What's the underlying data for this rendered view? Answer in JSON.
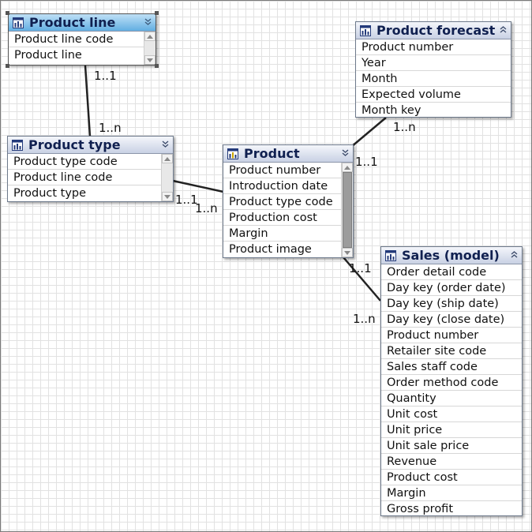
{
  "entities": {
    "product_line": {
      "title": "Product line",
      "attributes": [
        "Product line code",
        "Product line"
      ]
    },
    "product_forecast": {
      "title": "Product forecast",
      "attributes": [
        "Product number",
        "Year",
        "Month",
        "Expected volume",
        "Month key"
      ]
    },
    "product_type": {
      "title": "Product type",
      "attributes": [
        "Product type code",
        "Product line code",
        "Product type"
      ]
    },
    "product": {
      "title": "Product",
      "attributes": [
        "Product number",
        "Introduction date",
        "Product type code",
        "Production cost",
        "Margin",
        "Product image"
      ]
    },
    "sales_model": {
      "title": "Sales (model)",
      "attributes": [
        "Order detail code",
        "Day key (order date)",
        "Day key (ship date)",
        "Day key (close date)",
        "Product number",
        "Retailer site code",
        "Sales staff code",
        "Order method code",
        "Quantity",
        "Unit cost",
        "Unit price",
        "Unit sale price",
        "Revenue",
        "Product cost",
        "Margin",
        "Gross profit"
      ]
    }
  },
  "relationships": {
    "line_type": {
      "from_card": "1..1",
      "to_card": "1..n"
    },
    "type_product": {
      "from_card": "1..1",
      "to_card": "1..n"
    },
    "product_forecast": {
      "from_card": "1..1",
      "to_card": "1..n"
    },
    "product_sales": {
      "from_card": "1..1",
      "to_card": "1..n"
    }
  },
  "colors": {
    "title_text": "#102050",
    "header_default": "#c9d1e4",
    "header_selected": "#62aee2",
    "connector": "#222222",
    "grid": "#e2e2e2"
  },
  "icons": {
    "entity": "query-subject-icon",
    "collapse": "chevron-down-icon",
    "expand": "chevron-up-icon"
  }
}
